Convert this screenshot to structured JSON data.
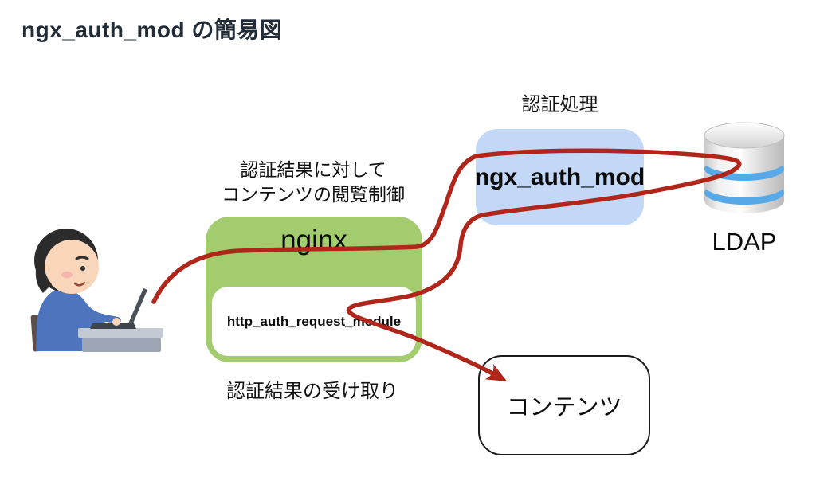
{
  "title": "ngx_auth_mod の簡易図",
  "colors": {
    "green_box": "#a2cc6e",
    "blue_box": "#c2d8f6",
    "arrow": "#b1261a",
    "title_text": "#222b38",
    "ldap_stripe": "#57a9e8"
  },
  "icons": {
    "user": "person-at-laptop-icon",
    "ldap": "database-cylinder-icon"
  },
  "nginx": {
    "caption_above_line1": "認証結果に対して",
    "caption_above_line2": "コンテンツの閲覧制御",
    "label": "nginx",
    "module_label": "http_auth_request_module",
    "caption_below": "認証結果の受け取り"
  },
  "auth": {
    "caption_above": "認証処理",
    "label": "ngx_auth_mod"
  },
  "ldap": {
    "label": "LDAP"
  },
  "content": {
    "label": "コンテンツ"
  }
}
